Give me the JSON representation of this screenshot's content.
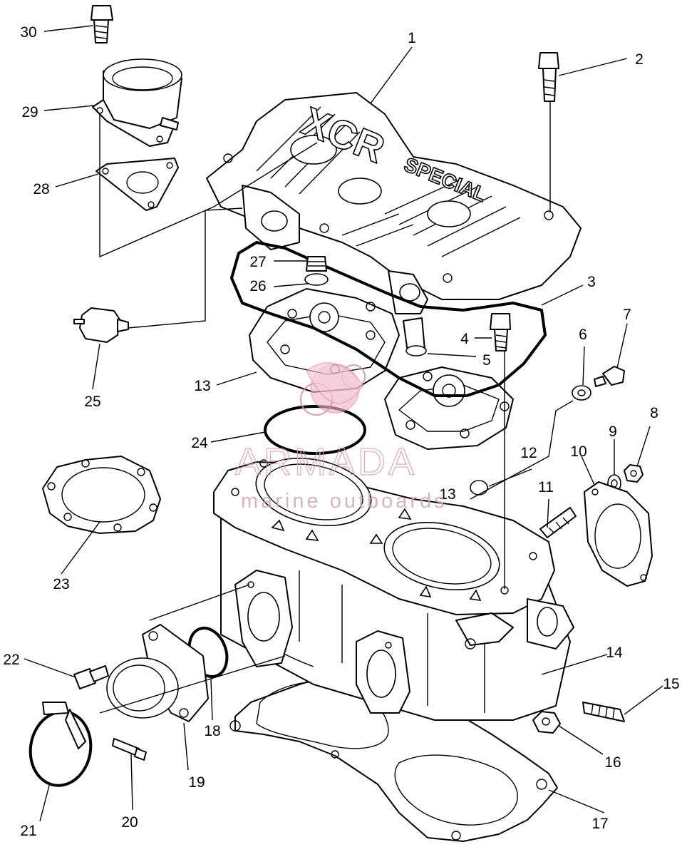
{
  "diagram": {
    "engraving": {
      "model_text": "XCR",
      "variant_text": "SPECIAL"
    },
    "watermark": {
      "brand": "ARMADA",
      "tagline": "marine outboards"
    },
    "callouts": [
      {
        "id": "c1",
        "number": "1"
      },
      {
        "id": "c2",
        "number": "2"
      },
      {
        "id": "c3",
        "number": "3"
      },
      {
        "id": "c4",
        "number": "4"
      },
      {
        "id": "c5",
        "number": "5"
      },
      {
        "id": "c6",
        "number": "6"
      },
      {
        "id": "c7",
        "number": "7"
      },
      {
        "id": "c8",
        "number": "8"
      },
      {
        "id": "c9",
        "number": "9"
      },
      {
        "id": "c10",
        "number": "10"
      },
      {
        "id": "c11",
        "number": "11"
      },
      {
        "id": "c12",
        "number": "12"
      },
      {
        "id": "c13a",
        "number": "13"
      },
      {
        "id": "c13b",
        "number": "13"
      },
      {
        "id": "c14",
        "number": "14"
      },
      {
        "id": "c15",
        "number": "15"
      },
      {
        "id": "c16",
        "number": "16"
      },
      {
        "id": "c17",
        "number": "17"
      },
      {
        "id": "c18",
        "number": "18"
      },
      {
        "id": "c19",
        "number": "19"
      },
      {
        "id": "c20",
        "number": "20"
      },
      {
        "id": "c21",
        "number": "21"
      },
      {
        "id": "c22",
        "number": "22"
      },
      {
        "id": "c23",
        "number": "23"
      },
      {
        "id": "c24",
        "number": "24"
      },
      {
        "id": "c25",
        "number": "25"
      },
      {
        "id": "c26",
        "number": "26"
      },
      {
        "id": "c27",
        "number": "27"
      },
      {
        "id": "c28",
        "number": "28"
      },
      {
        "id": "c29",
        "number": "29"
      },
      {
        "id": "c30",
        "number": "30"
      }
    ]
  }
}
